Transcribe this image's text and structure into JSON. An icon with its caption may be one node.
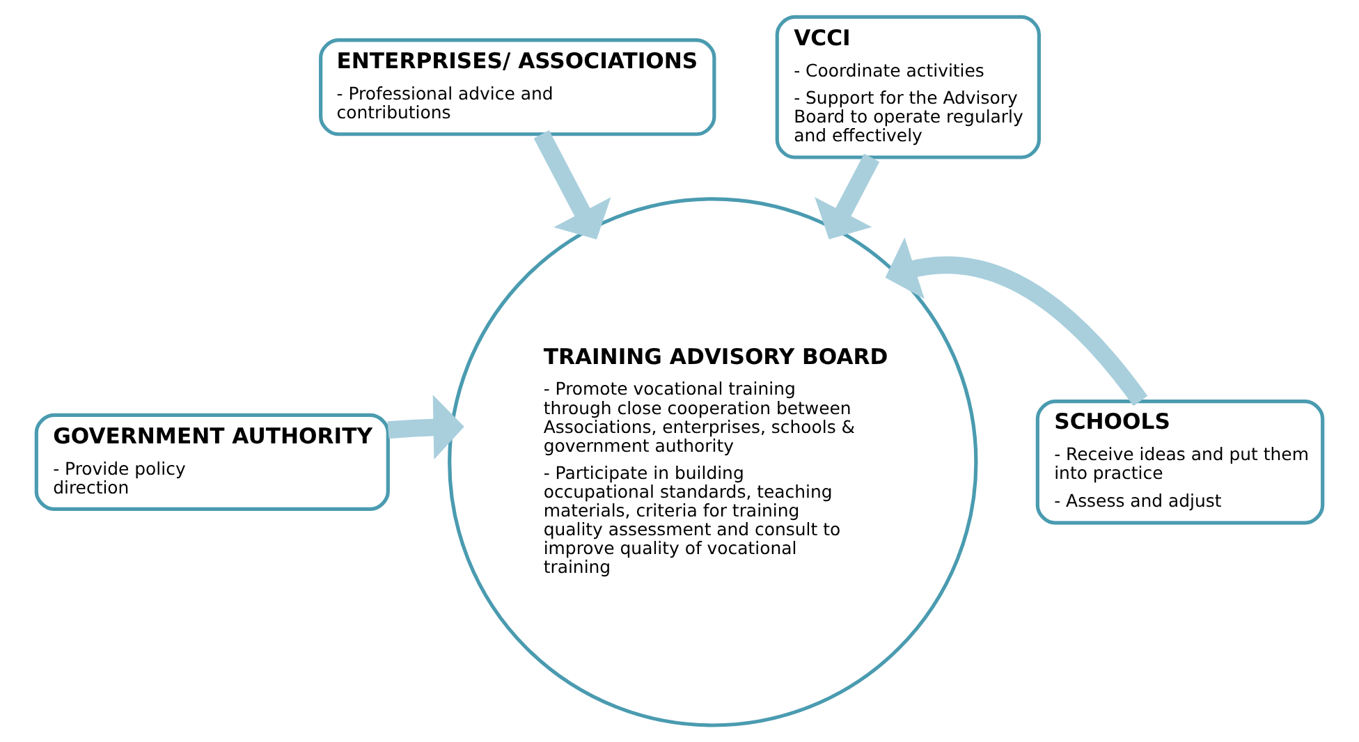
{
  "diagram": {
    "nodes": [
      {
        "text": [
          "ENTERPRISES/ ASSOCIATIONS",
          "- Professional advice and contributions"
        ]
      },
      {
        "text": [
          "VCCI",
          "- Coordinate activities",
          "- Support for the Advisory Board to operate regularly and effectively"
        ]
      },
      {
        "text": [
          "TRAINING ADVISORY BOARD",
          "- Promote vocational training through close cooperation between Associations, enterprises, schools & government authority",
          "- Participate in building occupational standards, teaching materials, criteria for training quality assessment and consult to improve quality of vocational training"
        ]
      },
      {
        "text": [
          "GOVERNMENT AUTHORITY",
          "- Provide policy direction"
        ]
      },
      {
        "text": [
          "SCHOOLS",
          "- Receive ideas and put them into practice",
          "- Assess and adjust"
        ]
      }
    ],
    "edges": [
      {
        "from": 0,
        "to": 2,
        "arrow": "to"
      },
      {
        "from": 1,
        "to": 2,
        "arrow": "to"
      },
      {
        "from": 3,
        "to": 2,
        "arrow": "to"
      },
      {
        "from": 4,
        "to": 2,
        "arrow": "to"
      }
    ]
  }
}
